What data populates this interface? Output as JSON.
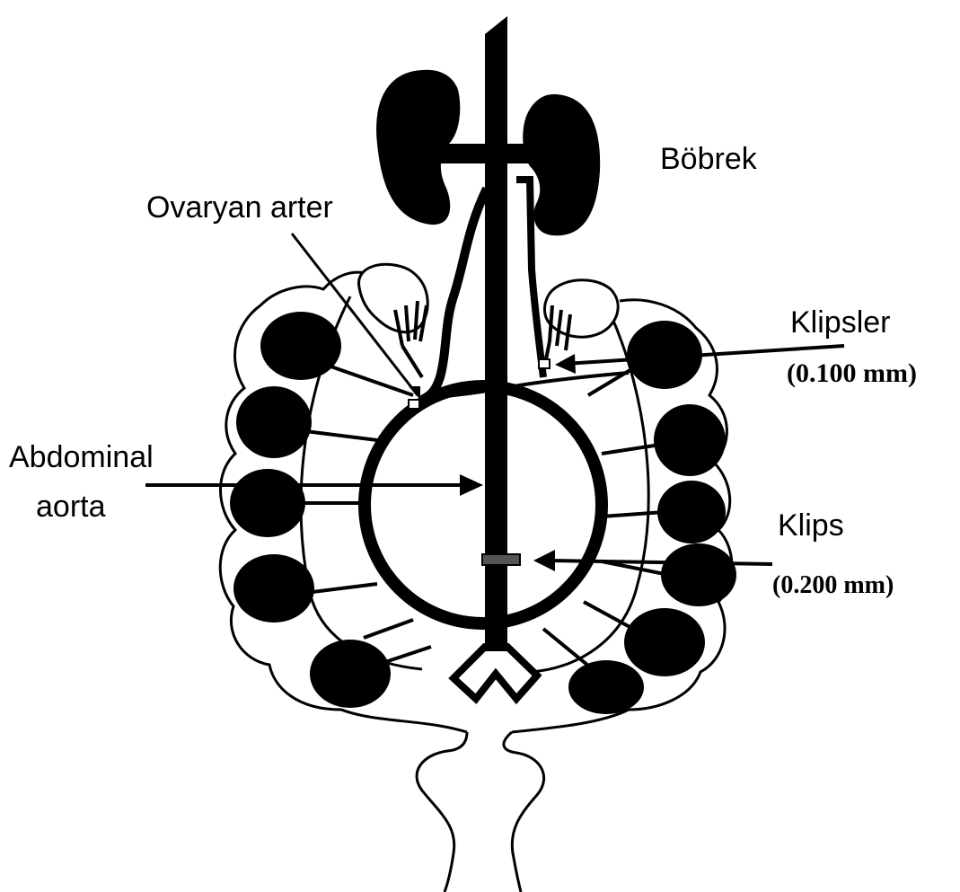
{
  "labels": {
    "kidney": "Böbrek",
    "ovarian_artery": "Ovaryan arter",
    "clips": "Klipsler",
    "clips_size": "(0.100 mm)",
    "abdominal_aorta_line1": "Abdominal",
    "abdominal_aorta_line2": "aorta",
    "clip": "Klips",
    "clip_size": "(0.200 mm)"
  },
  "colors": {
    "ink": "#000000",
    "paper": "#ffffff"
  }
}
